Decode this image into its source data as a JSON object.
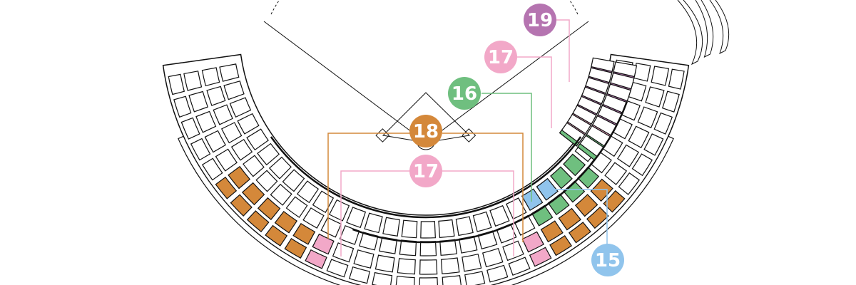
{
  "colors": {
    "purple": "#b574b0",
    "pink": "#f2a8c8",
    "green": "#6fbf7f",
    "orange": "#d4883a",
    "blue": "#90c4ec",
    "line": "#111111"
  },
  "labels": [
    {
      "id": "label-19",
      "text": "19",
      "color": "#b574b0"
    },
    {
      "id": "label-17-upper",
      "text": "17",
      "color": "#f2a8c8"
    },
    {
      "id": "label-16",
      "text": "16",
      "color": "#6fbf7f"
    },
    {
      "id": "label-18",
      "text": "18",
      "color": "#d4883a"
    },
    {
      "id": "label-17-lower",
      "text": "17",
      "color": "#f2a8c8"
    },
    {
      "id": "label-15",
      "text": "15",
      "color": "#90c4ec"
    }
  ]
}
